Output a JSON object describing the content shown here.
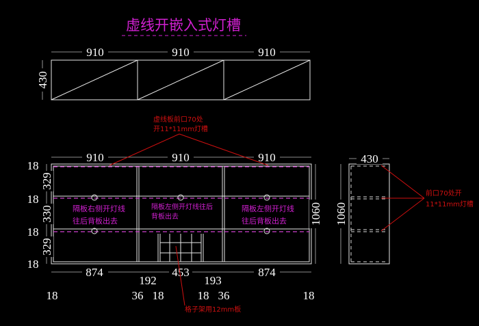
{
  "title": "虚线开嵌入式灯槽",
  "plan_view": {
    "widths": [
      "910",
      "910",
      "910"
    ],
    "depth": "430"
  },
  "front_view": {
    "top_widths": [
      "910",
      "910",
      "910"
    ],
    "left_dims": {
      "thicknesses": [
        "18",
        "18",
        "18",
        "18"
      ],
      "heights": [
        "329",
        "330",
        "329"
      ]
    },
    "total_height": "1060",
    "bottom_dims": {
      "row1": [
        "874",
        "453",
        "874"
      ],
      "row2": [
        "192",
        "193"
      ],
      "row3": [
        "18",
        "36",
        "18",
        "18",
        "36",
        "18"
      ]
    },
    "panel_notes": [
      "隔板右侧开灯线",
      "往后背板出去",
      "隔板左侧开灯线往后",
      "背板出去",
      "隔板左侧开灯线",
      "往后背板出去"
    ],
    "top_note": [
      "虚线板前口70处",
      "开11*11mm灯槽"
    ],
    "grid_note": "格子架用12mm板"
  },
  "side_view": {
    "depth": "430",
    "height": "1060",
    "note": [
      "前口70处开",
      "11*11mm灯槽"
    ]
  },
  "colors": {
    "magenta": "#d020d0",
    "red": "#d01010",
    "line": "#e8e8e8"
  }
}
